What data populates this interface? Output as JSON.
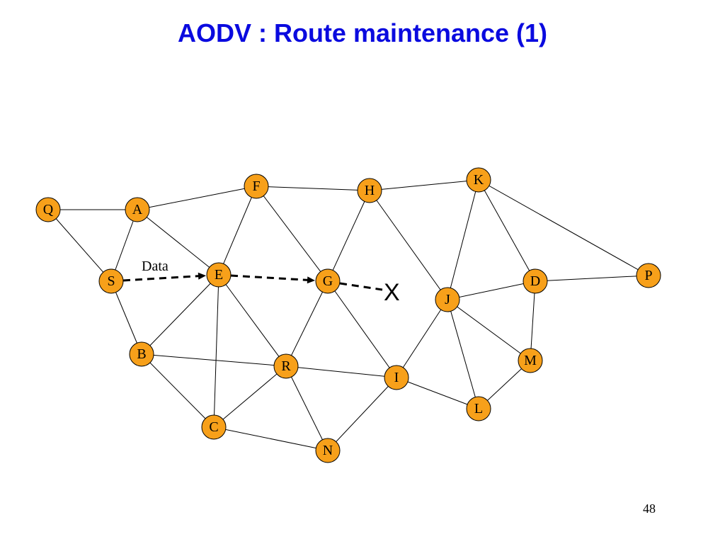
{
  "title": "AODV : Route maintenance (1)",
  "page_number": "48",
  "colors": {
    "title": "#0a0adf",
    "node_fill": "#f7a01a",
    "edge": "#000000"
  },
  "diagram": {
    "nodes": [
      "Q",
      "A",
      "F",
      "H",
      "K",
      "S",
      "E",
      "G",
      "J",
      "D",
      "P",
      "B",
      "R",
      "I",
      "M",
      "C",
      "L",
      "N"
    ],
    "edges": [
      [
        "Q",
        "A"
      ],
      [
        "Q",
        "S"
      ],
      [
        "A",
        "S"
      ],
      [
        "A",
        "F"
      ],
      [
        "A",
        "E"
      ],
      [
        "F",
        "H"
      ],
      [
        "F",
        "E"
      ],
      [
        "F",
        "G"
      ],
      [
        "H",
        "K"
      ],
      [
        "H",
        "G"
      ],
      [
        "H",
        "J"
      ],
      [
        "K",
        "J"
      ],
      [
        "K",
        "D"
      ],
      [
        "K",
        "P"
      ],
      [
        "S",
        "B"
      ],
      [
        "E",
        "B"
      ],
      [
        "E",
        "C"
      ],
      [
        "E",
        "R"
      ],
      [
        "G",
        "R"
      ],
      [
        "G",
        "I"
      ],
      [
        "J",
        "D"
      ],
      [
        "D",
        "P"
      ],
      [
        "J",
        "I"
      ],
      [
        "J",
        "M"
      ],
      [
        "J",
        "L"
      ],
      [
        "D",
        "M"
      ],
      [
        "M",
        "L"
      ],
      [
        "B",
        "R"
      ],
      [
        "B",
        "C"
      ],
      [
        "R",
        "I"
      ],
      [
        "R",
        "C"
      ],
      [
        "R",
        "N"
      ],
      [
        "I",
        "N"
      ],
      [
        "I",
        "L"
      ],
      [
        "C",
        "N"
      ]
    ],
    "data_path": [
      [
        "S",
        "E"
      ],
      [
        "E",
        "G"
      ]
    ],
    "data_label": "Data",
    "break_marker": "X"
  }
}
